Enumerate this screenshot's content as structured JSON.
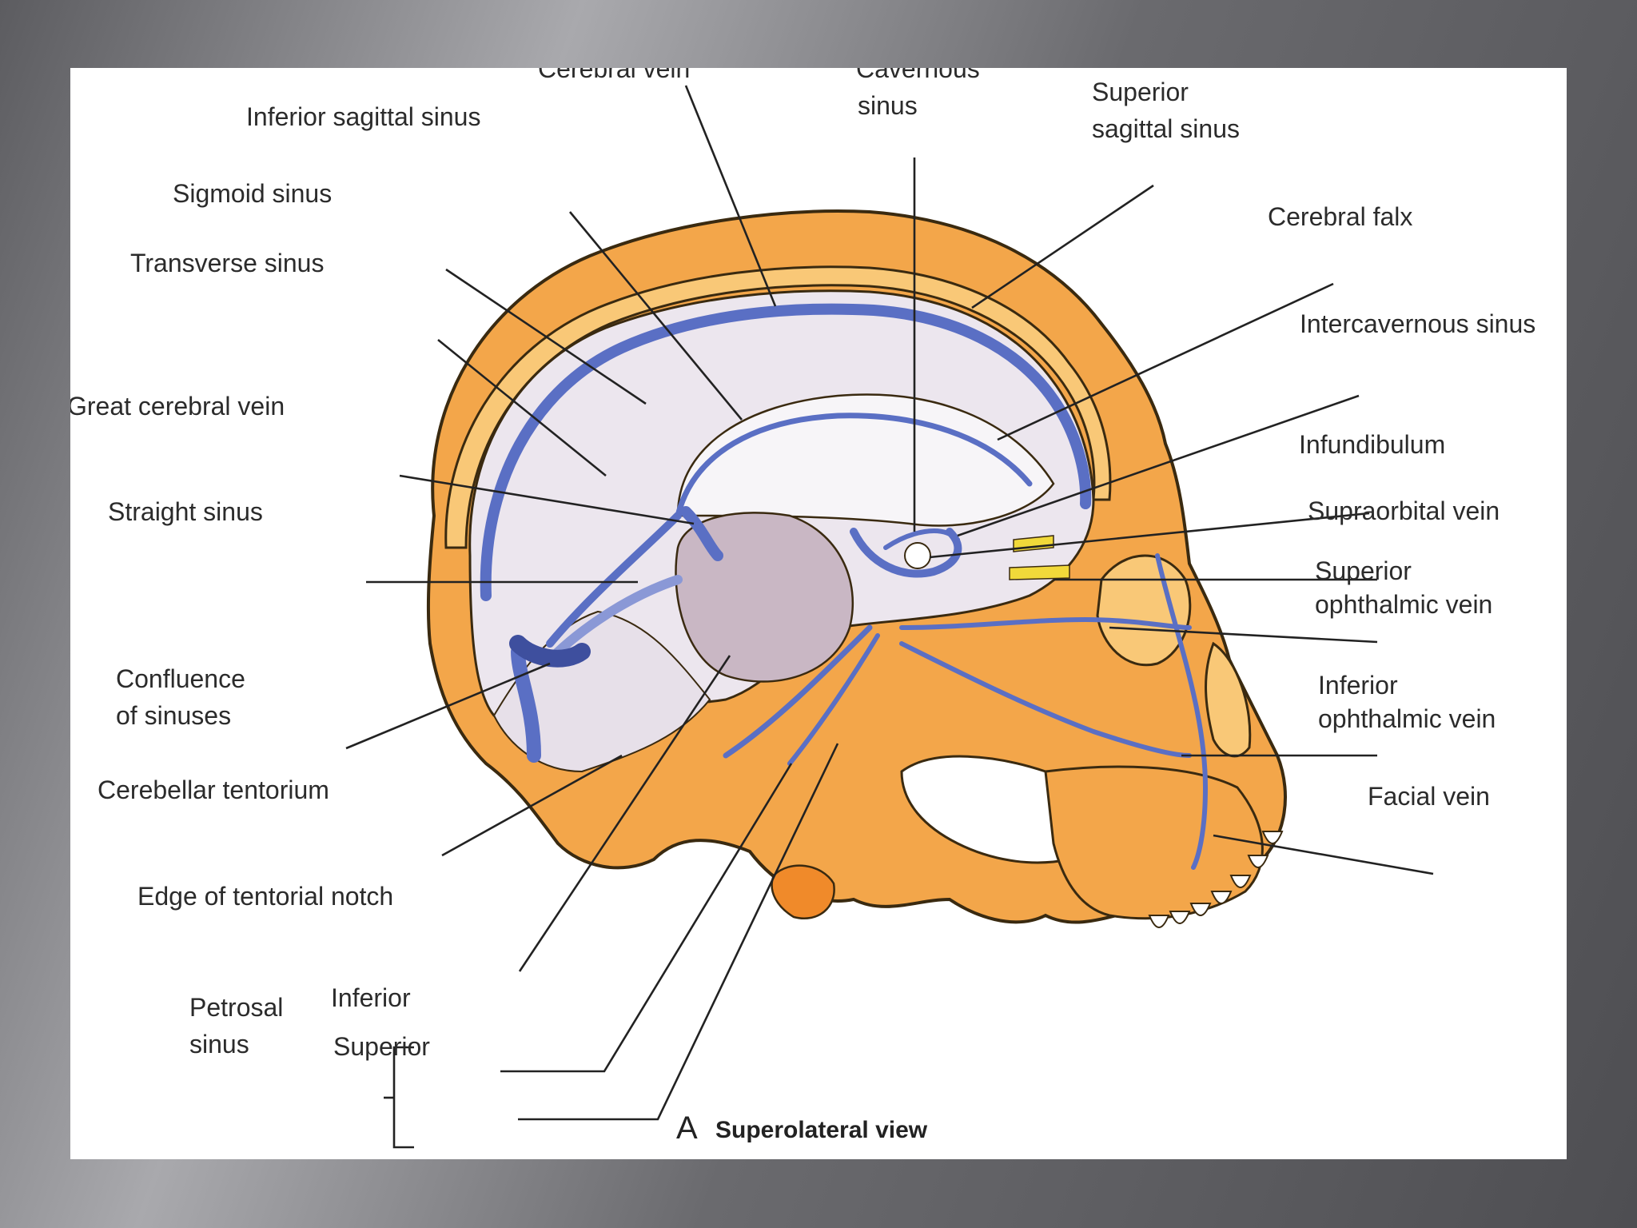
{
  "labels": {
    "cerebral_vein": "Cerebral vein",
    "cavernous_sinus_1": "Cavernous",
    "cavernous_sinus_2": "sinus",
    "inferior_sagittal_sinus": "Inferior sagittal sinus",
    "superior_sagittal_sinus_1": "Superior",
    "superior_sagittal_sinus_2": "sagittal sinus",
    "sigmoid_sinus": "Sigmoid sinus",
    "transverse_sinus": "Transverse sinus",
    "cerebral_falx": "Cerebral falx",
    "intercavernous_sinus": "Intercavernous sinus",
    "great_cerebral_vein": "Great cerebral vein",
    "infundibulum": "Infundibulum",
    "straight_sinus": "Straight sinus",
    "supraorbital_vein": "Supraorbital vein",
    "superior_ophthalmic_vein_1": "Superior",
    "superior_ophthalmic_vein_2": "ophthalmic vein",
    "confluence_of_sinuses_1": "Confluence",
    "confluence_of_sinuses_2": "of sinuses",
    "inferior_ophthalmic_vein_1": "Inferior",
    "inferior_ophthalmic_vein_2": "ophthalmic vein",
    "cerebellar_tentorium": "Cerebellar tentorium",
    "facial_vein": "Facial vein",
    "edge_of_tentorial_notch": "Edge of tentorial notch",
    "petrosal_sinus_1": "Petrosal",
    "petrosal_sinus_2": "sinus",
    "petrosal_inferior": "Inferior",
    "petrosal_superior": "Superior"
  },
  "caption": {
    "letter": "A",
    "text": "Superolateral view"
  },
  "colors": {
    "bone": "#f3a64a",
    "bone_light": "#f9c877",
    "bone_outline": "#3a2a10",
    "vein": "#5a6fc4",
    "vein_dark": "#3e4f9e",
    "dura": "#d9d2dc",
    "brain_region": "#c9b7c4",
    "nerve_yellow": "#f1d93a"
  }
}
